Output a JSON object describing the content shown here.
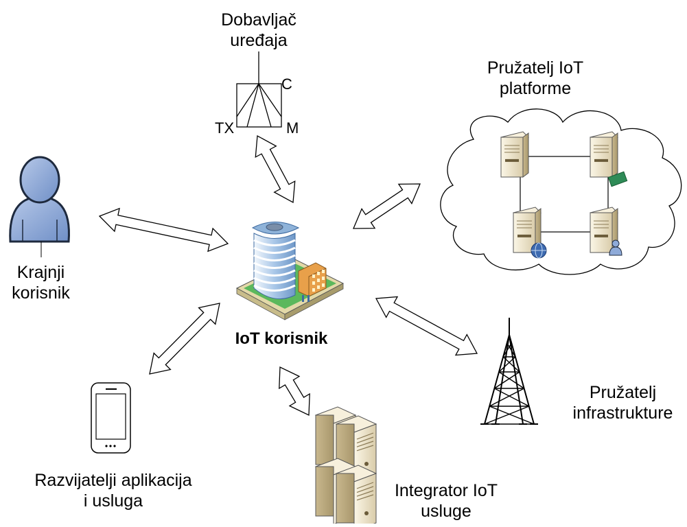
{
  "nodes": {
    "center": {
      "label": "IoT korisnik"
    },
    "device_vendor": {
      "lines": [
        "Dobavljač",
        "uređaja"
      ],
      "antenna_labels": {
        "c": "C",
        "tx": "TX",
        "m": "M"
      }
    },
    "platform_provider": {
      "lines": [
        "Pružatelj IoT",
        "platforme"
      ]
    },
    "end_user": {
      "lines": [
        "Krajnji",
        "korisnik"
      ]
    },
    "app_developers": {
      "lines": [
        "Razvijatelji aplikacija",
        "i usluga"
      ]
    },
    "service_integrator": {
      "lines": [
        "Integrator IoT",
        "usluge"
      ]
    },
    "infrastructure_provider": {
      "lines": [
        "Pružatelj",
        "infrastrukture"
      ]
    }
  },
  "colors": {
    "person_fill": "#8eaad8",
    "server_fill": "#efe6cc",
    "building_blue": "#a9c7e8",
    "building_orange": "#e8a04a",
    "grass_green": "#5cb85c"
  },
  "icons": {
    "center": "office-building-icon",
    "end_user": "person-icon",
    "app_developers": "smartphone-icon",
    "device_vendor": "antenna-icon",
    "platform_provider": "server-cluster-cloud-icon",
    "service_integrator": "server-stack-icon",
    "infrastructure_provider": "radio-tower-icon"
  }
}
